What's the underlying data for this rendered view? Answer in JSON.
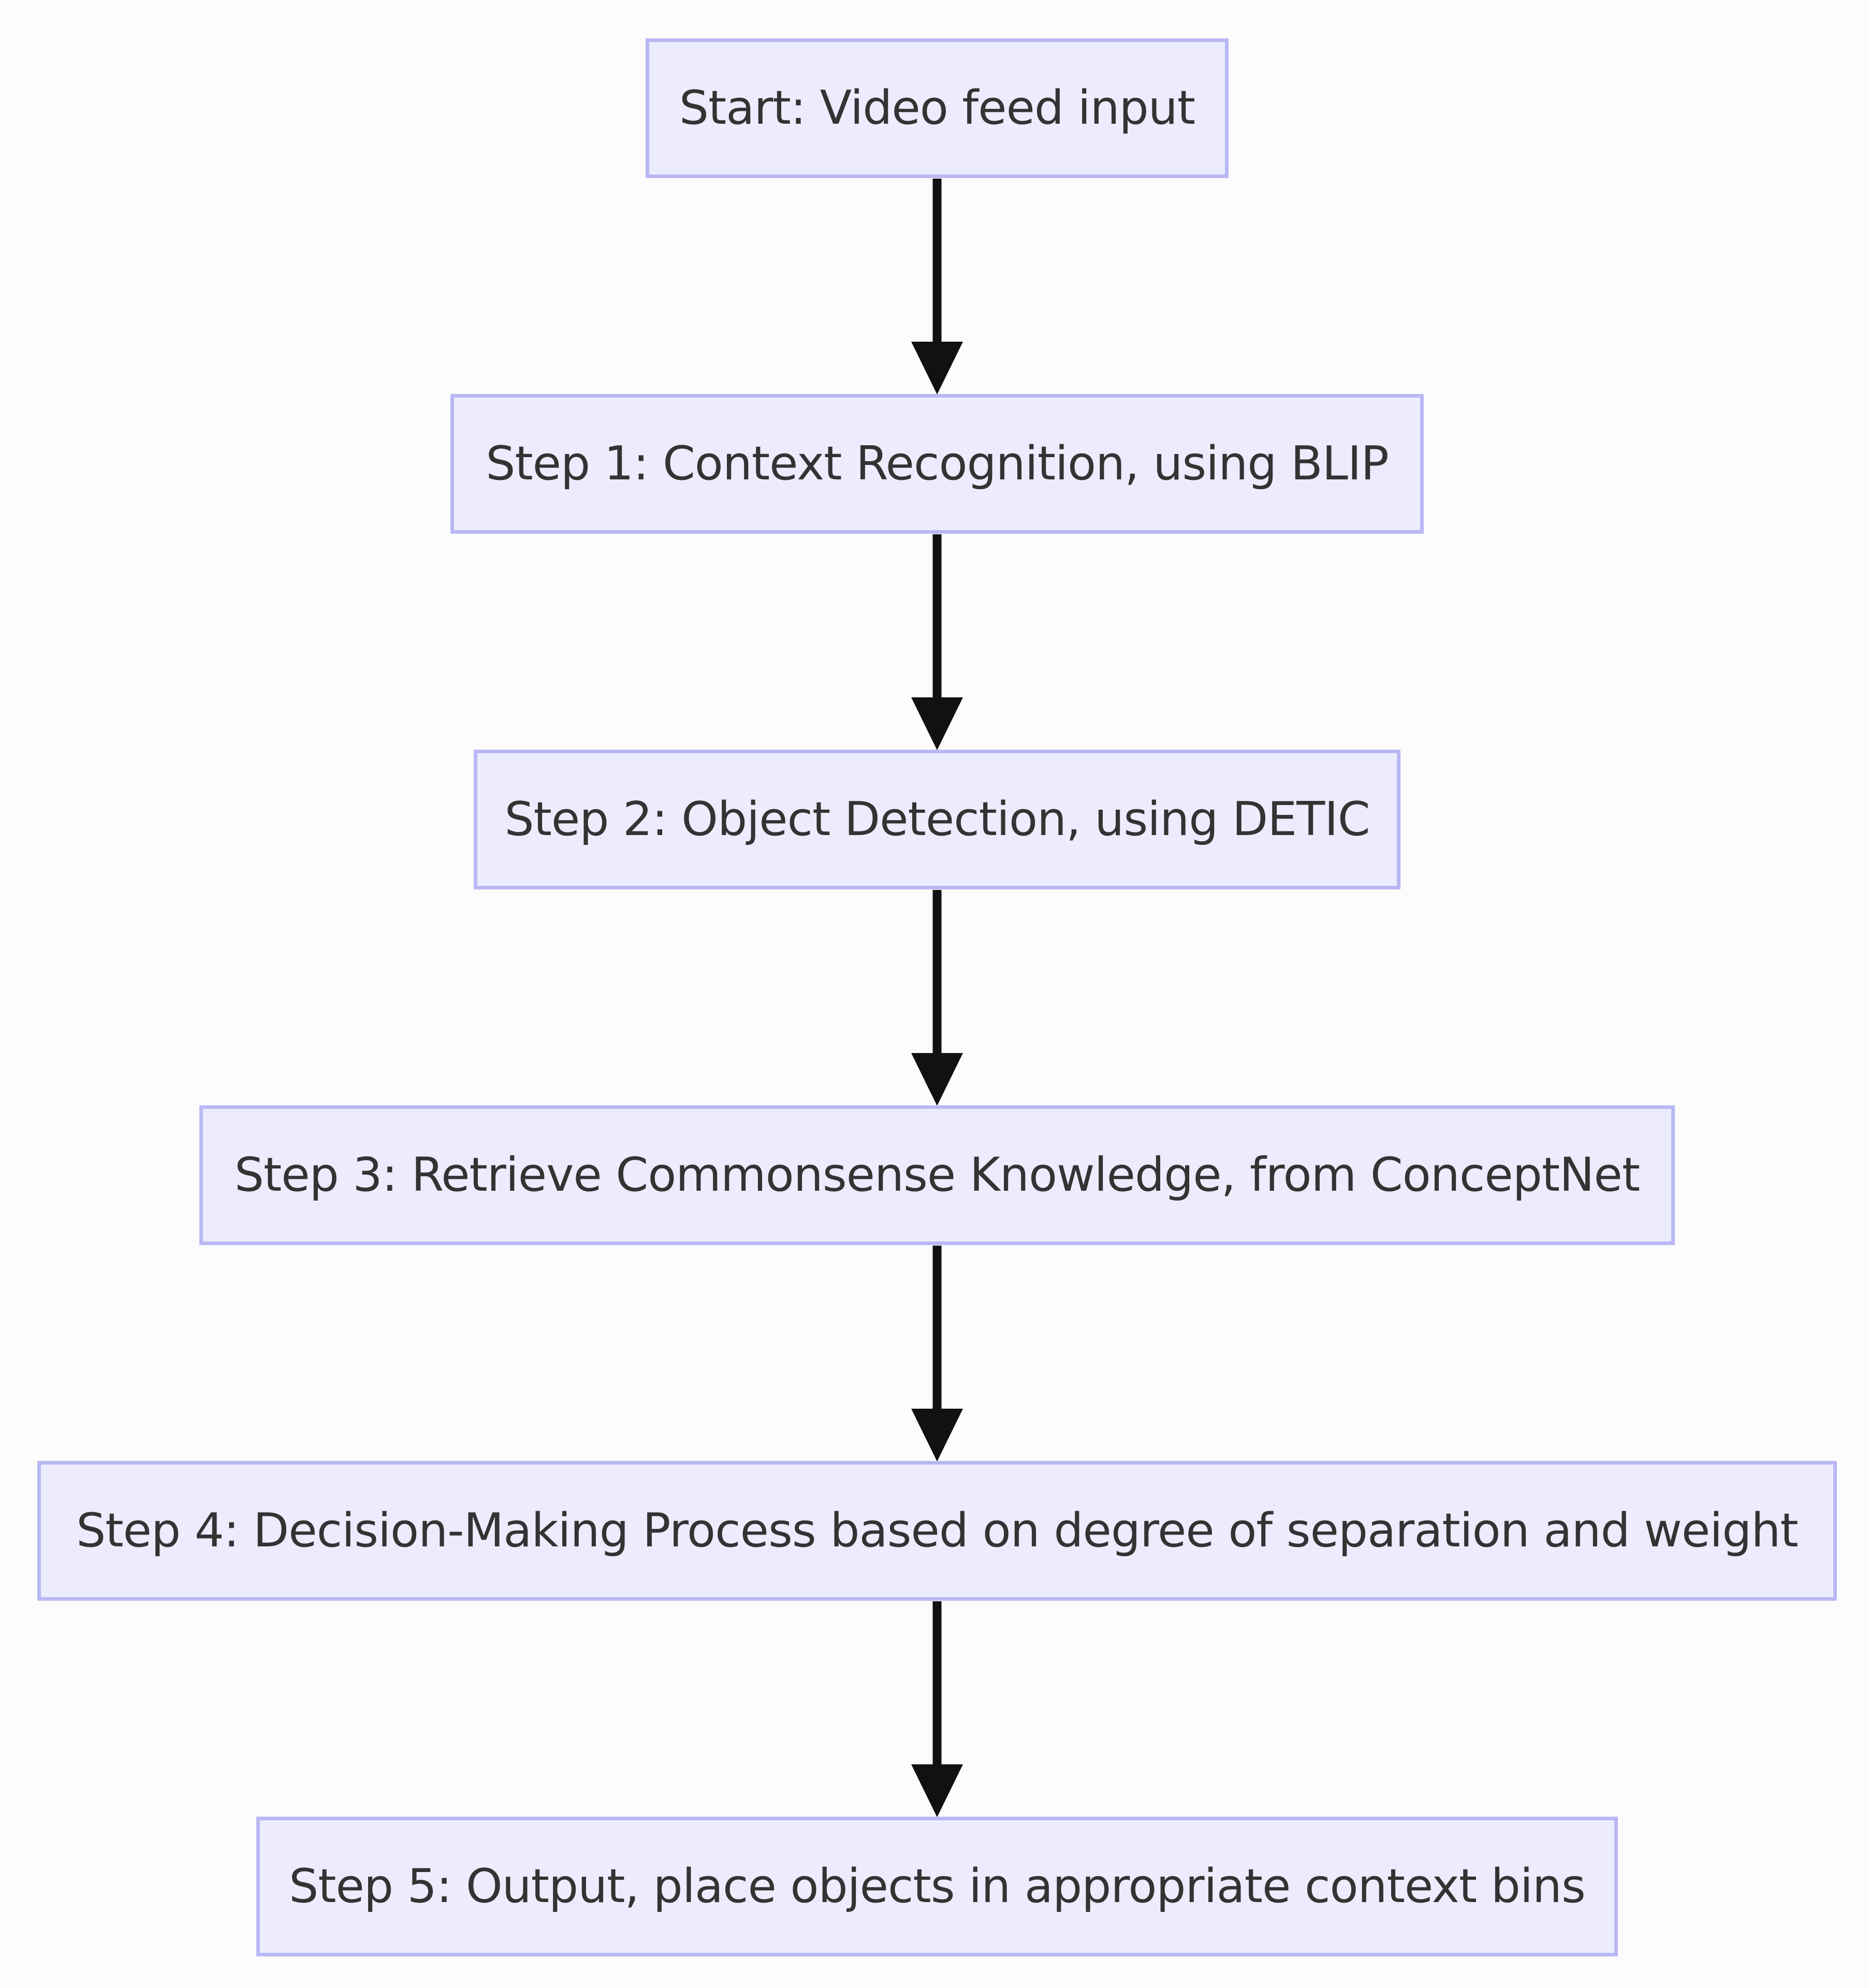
{
  "diagram": {
    "nodes": [
      {
        "id": "start",
        "label": "Start: Video feed input"
      },
      {
        "id": "step1",
        "label": "Step 1: Context Recognition, using BLIP"
      },
      {
        "id": "step2",
        "label": "Step 2: Object Detection, using DETIC"
      },
      {
        "id": "step3",
        "label": "Step 3: Retrieve Commonsense Knowledge, from ConceptNet"
      },
      {
        "id": "step4",
        "label": "Step 4: Decision-Making Process based on degree of separation and weight"
      },
      {
        "id": "step5",
        "label": "Step 5: Output, place objects in appropriate context bins"
      }
    ],
    "edges": [
      {
        "from": "start",
        "to": "step1"
      },
      {
        "from": "step1",
        "to": "step2"
      },
      {
        "from": "step2",
        "to": "step3"
      },
      {
        "from": "step3",
        "to": "step4"
      },
      {
        "from": "step4",
        "to": "step5"
      }
    ],
    "colors": {
      "node_fill": "#ececfe",
      "node_border": "#b9b8f4",
      "node_text": "#333333",
      "edge": "#111111",
      "background": "#fdfcfd"
    }
  }
}
